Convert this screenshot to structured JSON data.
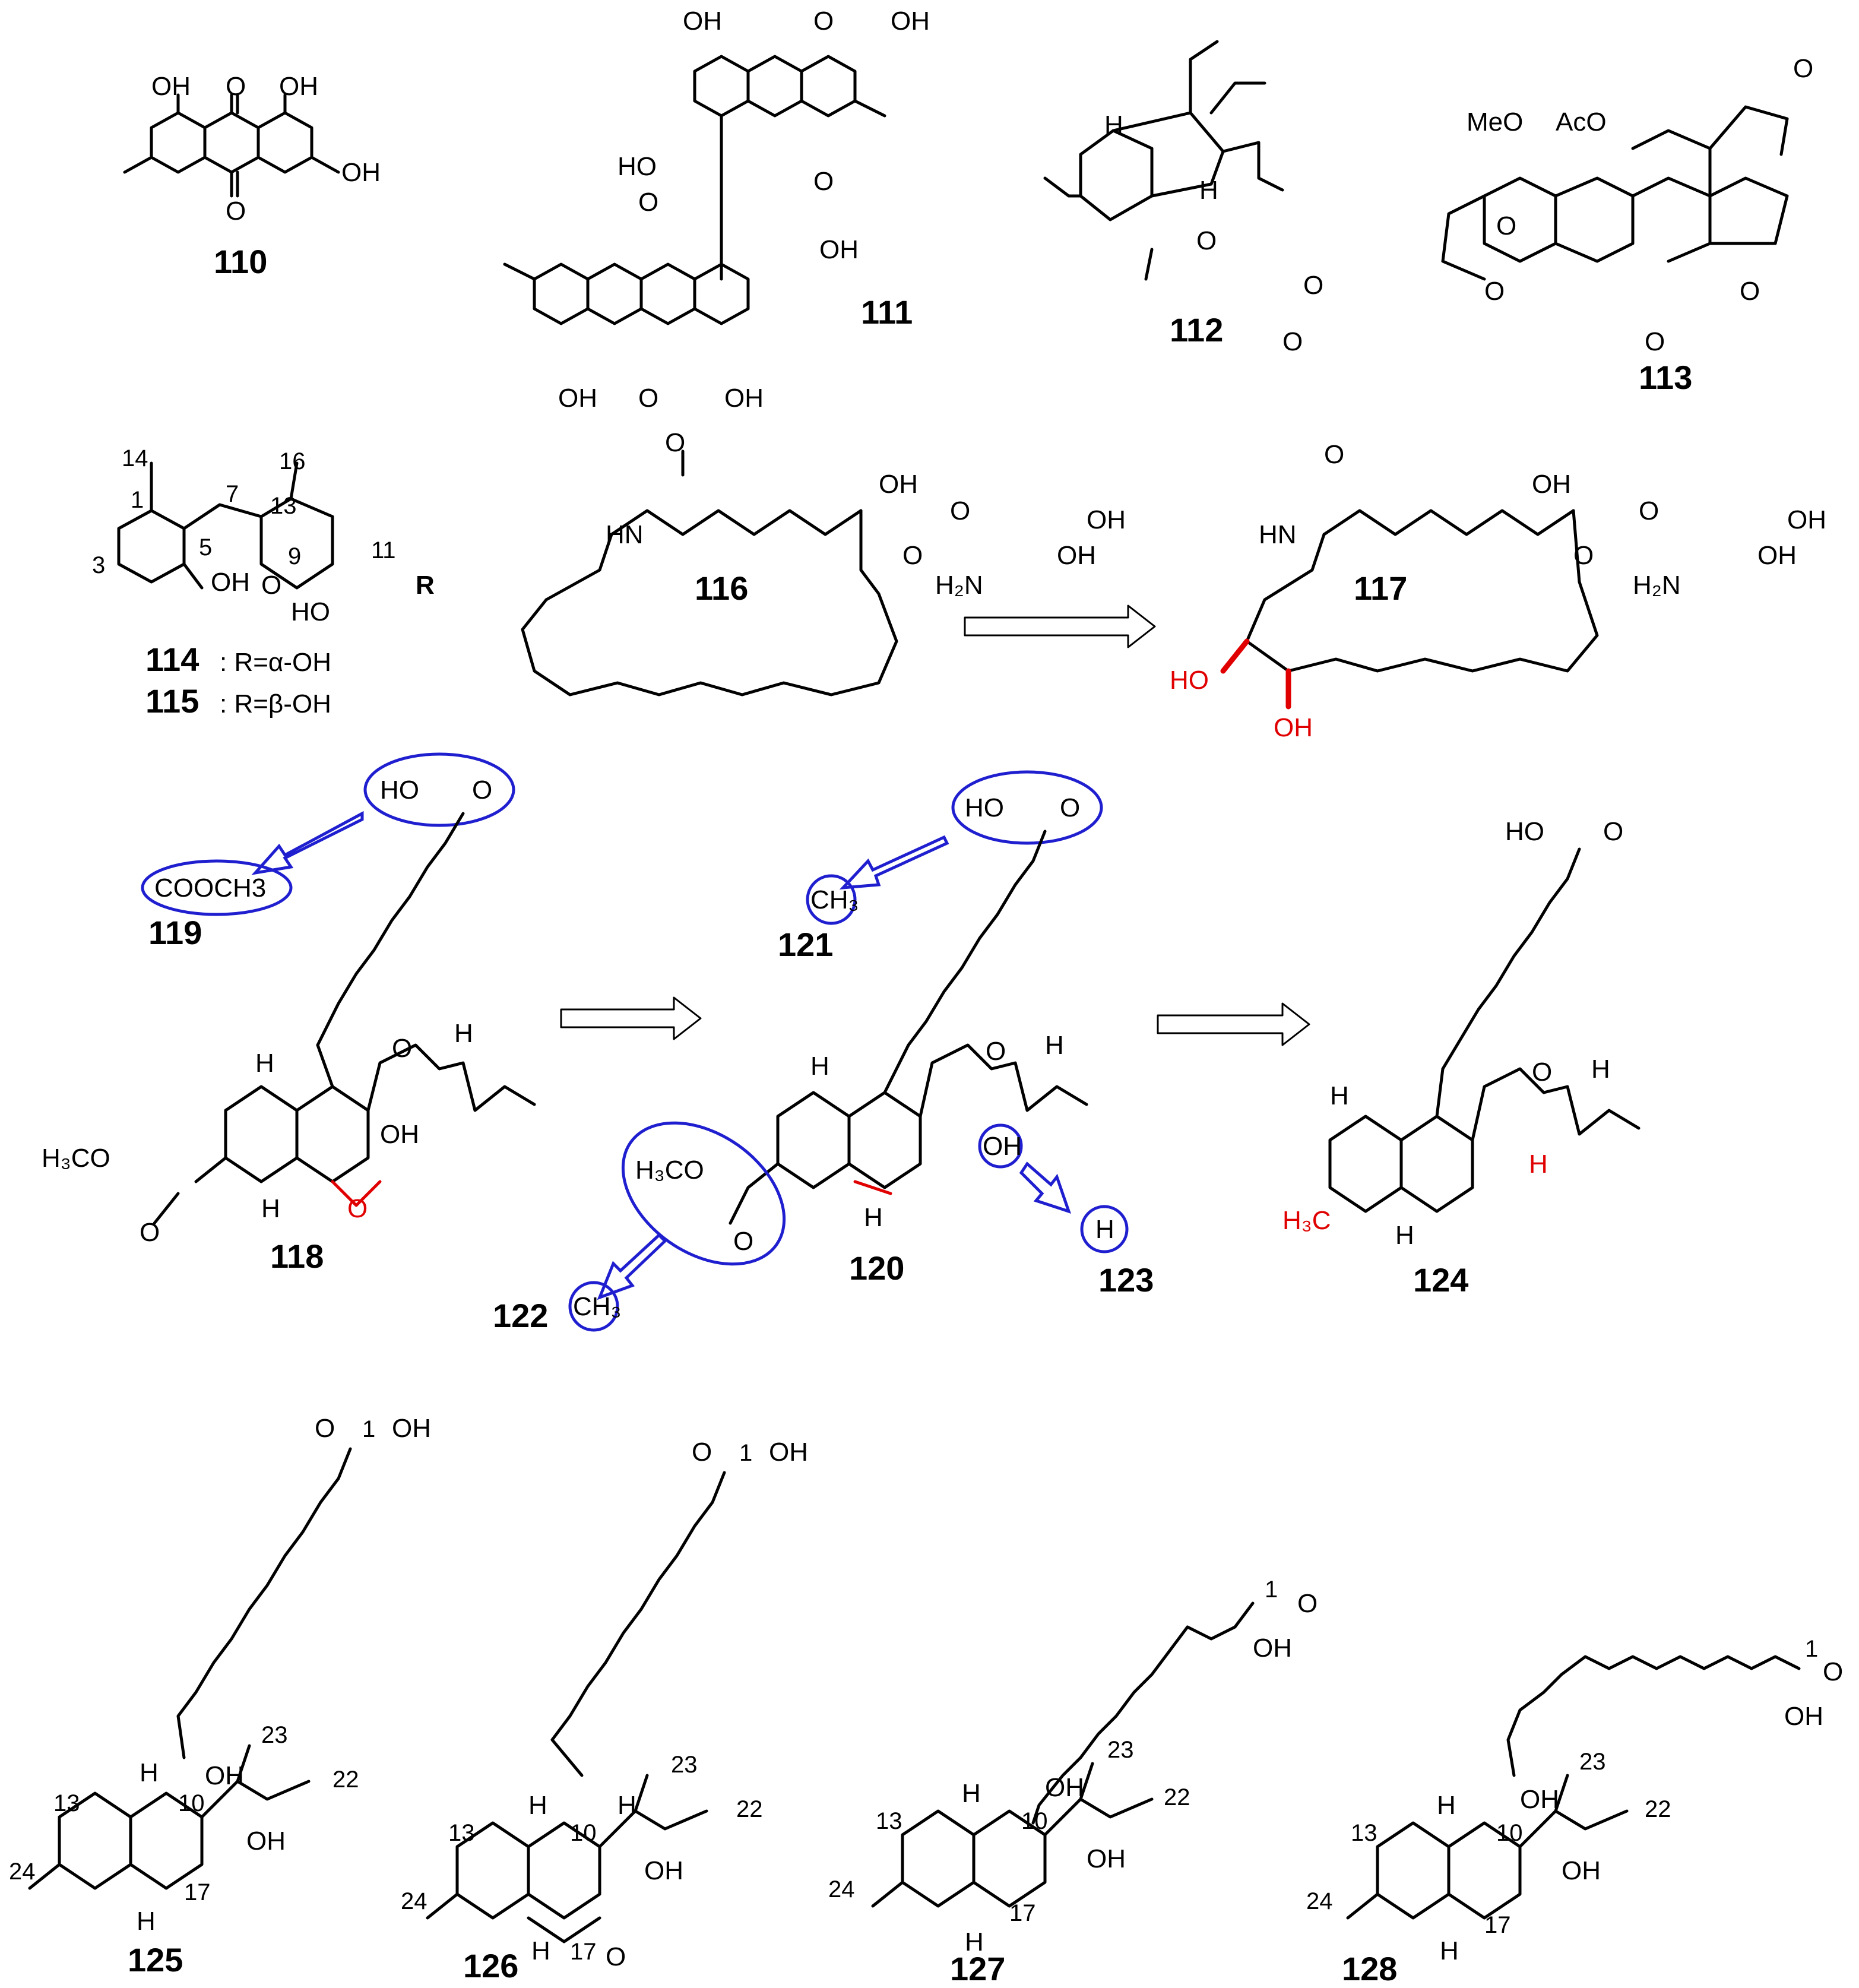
{
  "labels": {
    "c110": "110",
    "c111": "111",
    "c112": "112",
    "c113": "113",
    "c114": "114",
    "c115": "115",
    "c116": "116",
    "c117": "117",
    "c118": "118",
    "c119": "119",
    "c120": "120",
    "c121": "121",
    "c122": "122",
    "c123": "123",
    "c124": "124",
    "c125": "125",
    "c126": "126",
    "c127": "127",
    "c128": "128"
  },
  "substituents": {
    "r114": ": R=α-OH",
    "r115": ": R=β-OH"
  },
  "groups": {
    "oh": "OH",
    "ho": "HO",
    "o": "O",
    "h": "H",
    "nh2": "H₂N",
    "hn": "HN",
    "meo": "MeO",
    "aco": "AcO",
    "h3co": "H₃CO",
    "h3c": "H₃C",
    "ch3": "CH₃",
    "cooch3": "COOCH3",
    "r": "R"
  },
  "numbering": {
    "n1": "1",
    "n3": "3",
    "n5": "5",
    "n7": "7",
    "n9": "9",
    "n10": "10",
    "n11": "11",
    "n13": "13",
    "n14": "14",
    "n16": "16",
    "n17": "17",
    "n22": "22",
    "n23": "23",
    "n24": "24"
  },
  "colors": {
    "annotation": "#1f1fd0",
    "highlight": "#e00000",
    "ink": "#000000"
  }
}
